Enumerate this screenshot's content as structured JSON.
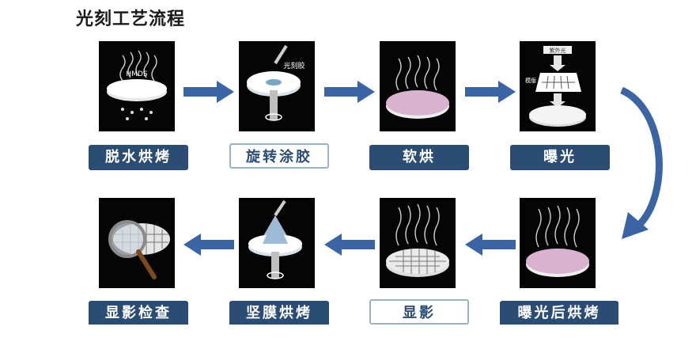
{
  "title": "光刻工艺流程",
  "steps": [
    {
      "label": "脱水烘烤",
      "style": "dark"
    },
    {
      "label": "旋转涂胶",
      "style": "light"
    },
    {
      "label": "软烘",
      "style": "dark"
    },
    {
      "label": "曝光",
      "style": "dark"
    },
    {
      "label": "曝光后烘烤",
      "style": "dark"
    },
    {
      "label": "显影",
      "style": "light"
    },
    {
      "label": "坚膜烘烤",
      "style": "dark"
    },
    {
      "label": "显影检查",
      "style": "dark"
    }
  ],
  "image_texts": {
    "hmds": "HMDS",
    "photoresist": "光刻胶",
    "uv": "紫外光",
    "mask": "模版"
  },
  "colors": {
    "label_dark": "#2b4c73",
    "arrow": "#3a64a3"
  }
}
